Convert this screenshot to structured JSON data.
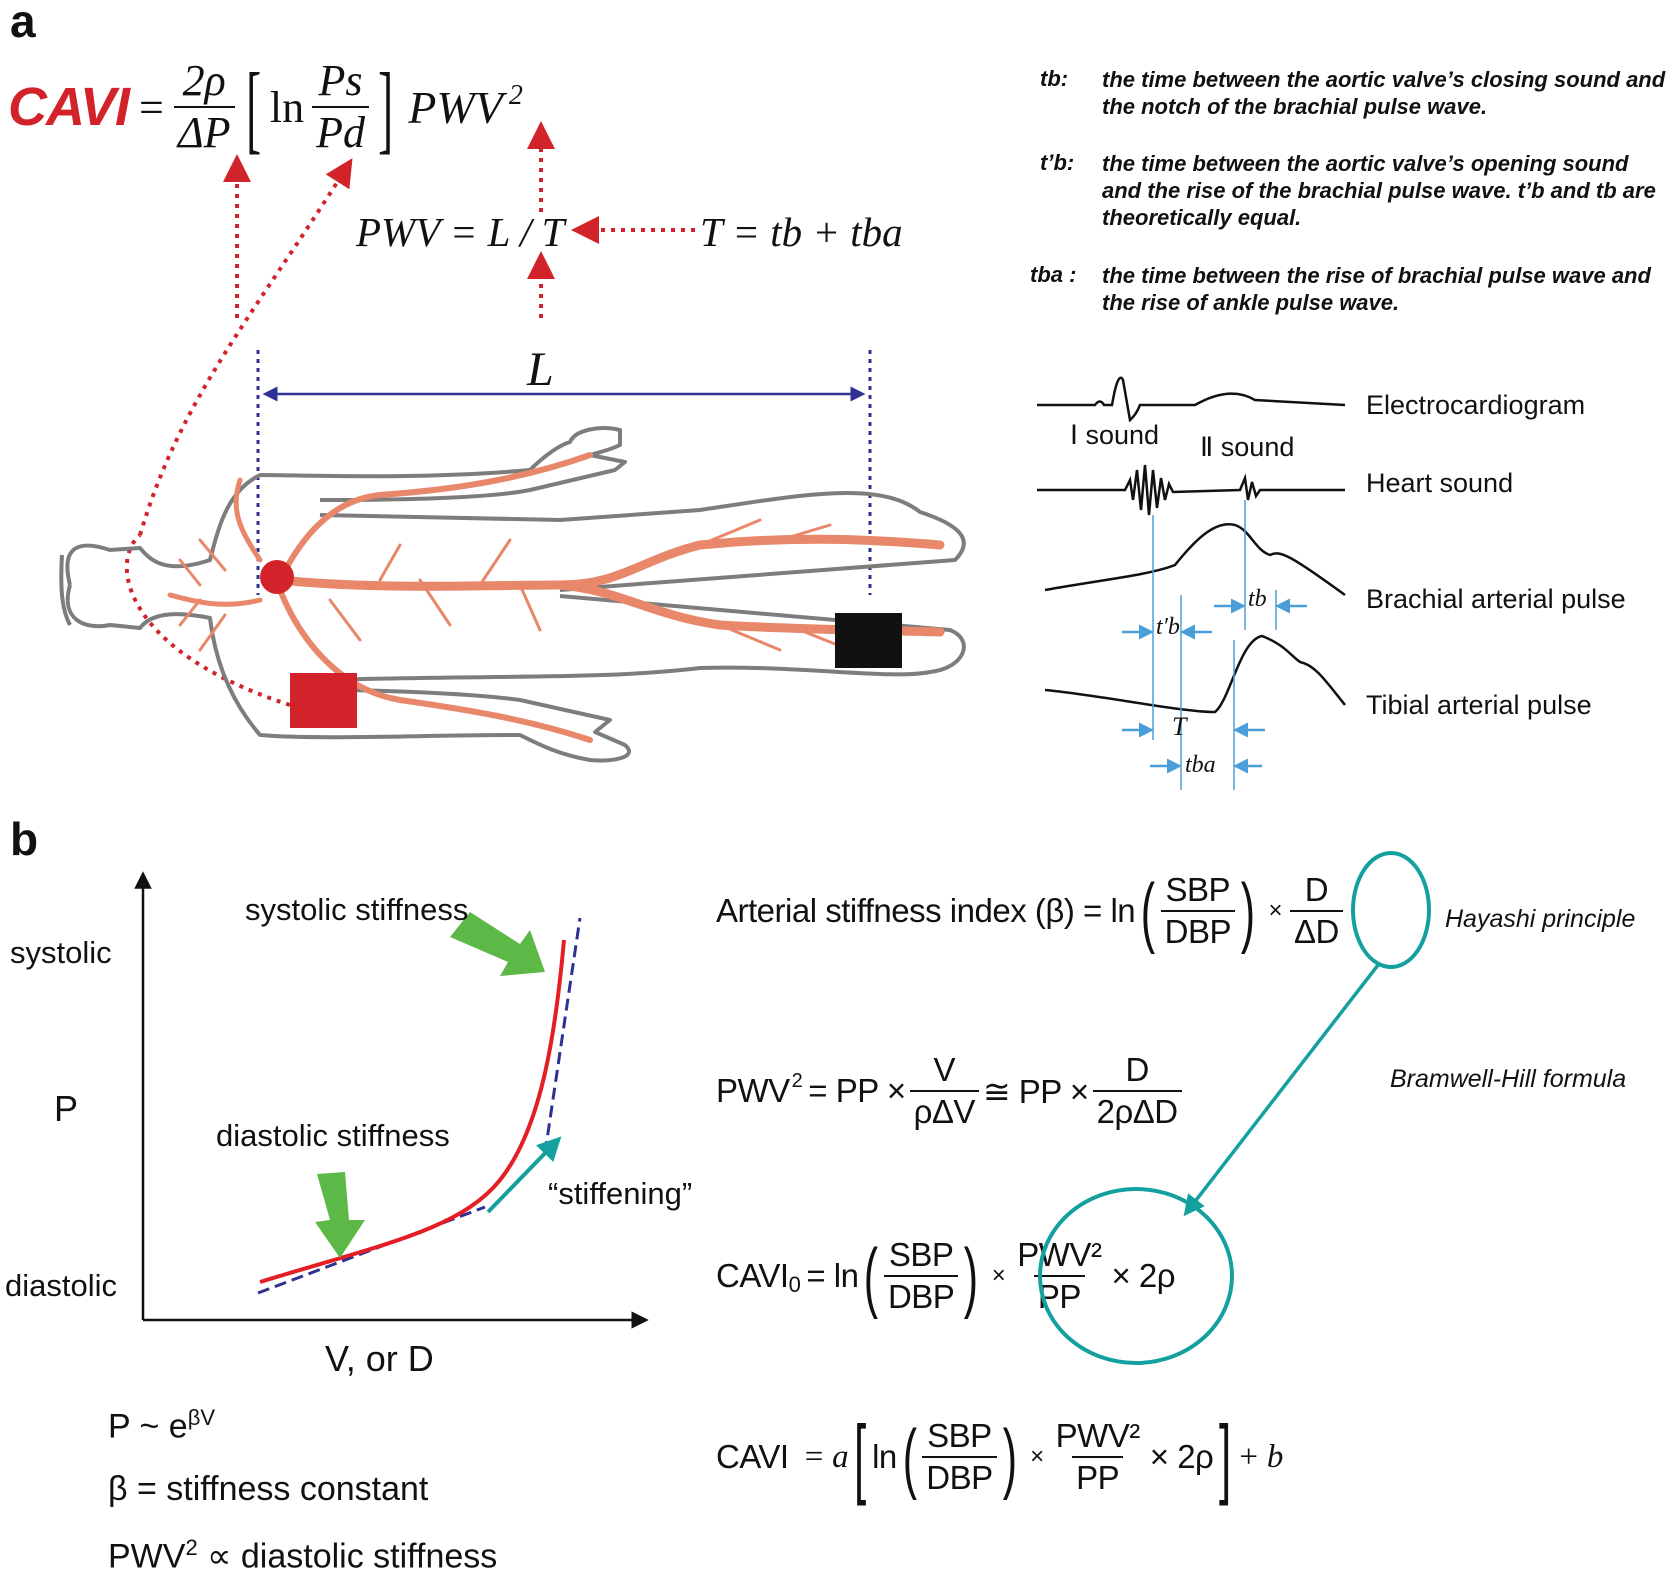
{
  "panel_a": {
    "letter": "a",
    "cavi_formula": {
      "lhs": "CAVI",
      "equals": "=",
      "frac1_num": "2ρ",
      "frac1_den": "ΔP",
      "ln": "ln",
      "frac2_num": "Ps",
      "frac2_den": "Pd",
      "pwv": "PWV",
      "pwv_exp": "2"
    },
    "pwv_formula": "PWV = L / T",
    "t_formula": "T = tb + tba",
    "length_label": "L",
    "definitions": [
      {
        "term": "tb:",
        "text": "the time between the aortic valve’s closing sound and the notch of the brachial pulse wave."
      },
      {
        "term": "t’b:",
        "text": "the time between the aortic valve’s opening sound and the rise of the brachial pulse wave. t’b and tb are theoretically equal."
      },
      {
        "term": "tba :",
        "text": "the time between the rise of brachial pulse wave and the rise of ankle pulse wave."
      }
    ],
    "waveforms": {
      "ecg_label": "Electrocardiogram",
      "sound1_label": "Ⅰ sound",
      "sound2_label": "Ⅱ sound",
      "heart_sound_label": "Heart sound",
      "brachial_label": "Brachial arterial pulse",
      "tibial_label": "Tibial arterial pulse",
      "t_b_prime": "t′b",
      "t_b": "tb",
      "T": "T",
      "t_ba": "tba"
    },
    "colors": {
      "red": "#d2232a",
      "artery": "#e8876a",
      "blue_dots": "#2e3192",
      "timing_blue": "#4a9fd8"
    }
  },
  "panel_b": {
    "letter": "b",
    "graph": {
      "y_label_top": "systolic",
      "y_label_mid": "P",
      "y_label_bottom": "diastolic",
      "x_label": "V, or D",
      "systolic_stiffness": "systolic stiffness",
      "diastolic_stiffness": "diastolic stiffness",
      "stiffening": "“stiffening”"
    },
    "notes": [
      "P ~ e",
      "βV",
      "β = stiffness constant",
      "PWV",
      "2",
      " ∝ diastolic stiffness"
    ],
    "eq1": {
      "lhs": "Arterial stiffness index (β) = ln",
      "num1": "SBP",
      "den1": "DBP",
      "times": "×",
      "num2": "D",
      "den2": "ΔD",
      "note": "Hayashi principle"
    },
    "eq2": {
      "lhs": "PWV",
      "exp": "2",
      "eq": "= PP ×",
      "num1": "V",
      "den1": "ρΔV",
      "approx": "≅ PP ×",
      "num2": "D",
      "den2": "2ρΔD",
      "note": "Bramwell-Hill formula"
    },
    "eq3": {
      "lhs": "CAVI",
      "sub": "0",
      "eq": "= ln",
      "num1": "SBP",
      "den1": "DBP",
      "times": "×",
      "num2": "PWV²",
      "den2": "PP",
      "tail": "× 2ρ"
    },
    "eq4": {
      "lhs": "CAVI",
      "eq": "= a",
      "ln": "ln",
      "num1": "SBP",
      "den1": "DBP",
      "times": "×",
      "num2": "PWV²",
      "den2": "PP",
      "tail": "× 2ρ",
      "plus": "+ b"
    },
    "colors": {
      "curve": "#e31e24",
      "dash": "#2e3192",
      "green": "#5cb947",
      "teal": "#15a0a0"
    }
  }
}
